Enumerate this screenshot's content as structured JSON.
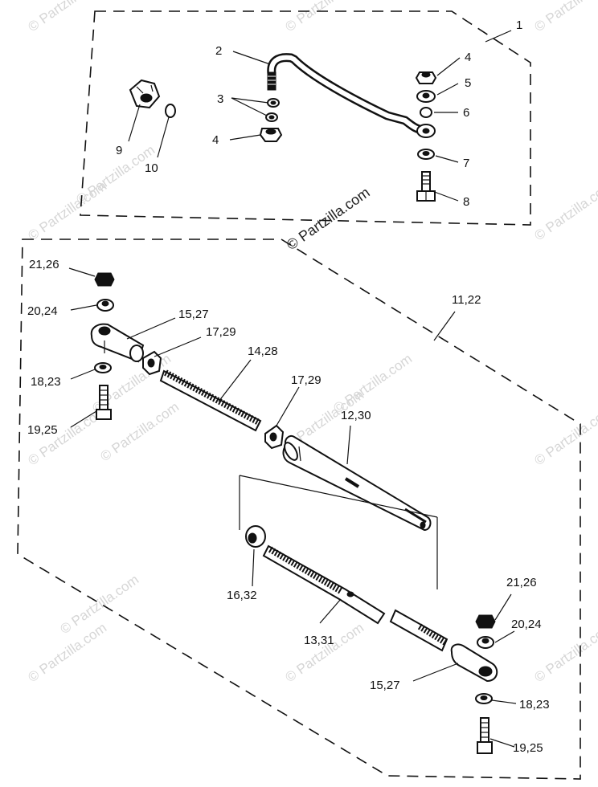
{
  "watermarks": {
    "main": "© Partzilla.com",
    "repeat": "© Partzilla.com"
  },
  "callouts": {
    "c1": "1",
    "c2": "2",
    "c3": "3",
    "c4a": "4",
    "c4b": "4",
    "c5": "5",
    "c6": "6",
    "c7": "7",
    "c8": "8",
    "c9": "9",
    "c10": "10",
    "c11_22": "11,22",
    "c12_30": "12,30",
    "c13_31": "13,31",
    "c14_28": "14,28",
    "c15_27a": "15,27",
    "c15_27b": "15,27",
    "c16_32": "16,32",
    "c17_29a": "17,29",
    "c17_29b": "17,29",
    "c18_23a": "18,23",
    "c18_23b": "18,23",
    "c19_25a": "19,25",
    "c19_25b": "19,25",
    "c20_24a": "20,24",
    "c20_24b": "20,24",
    "c21_26a": "21,26",
    "c21_26b": "21,26"
  }
}
